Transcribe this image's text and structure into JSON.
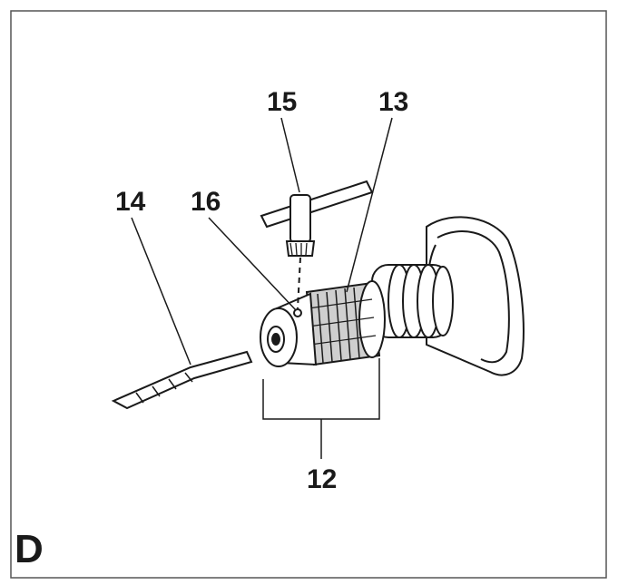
{
  "figure": {
    "panel_letter": "D",
    "callouts": {
      "chuck": "12",
      "chuck_sleeve": "13",
      "drill_bit": "14",
      "chuck_key": "15",
      "key_hole": "16"
    }
  },
  "colors": {
    "line": "#1a1a1a",
    "fill": "#ffffff",
    "shade": "#cfcfcf",
    "frame": "#555555"
  }
}
